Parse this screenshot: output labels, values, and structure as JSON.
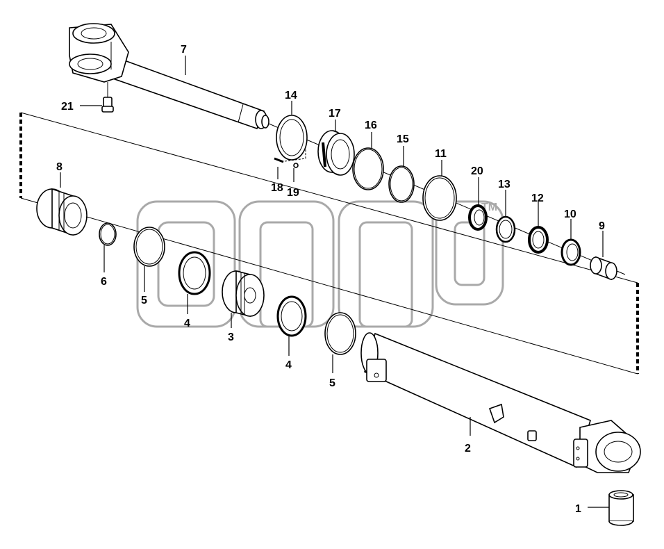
{
  "colors": {
    "line": "#000000",
    "watermark": "#a9a9a9",
    "background": "#ffffff"
  },
  "watermark": {
    "trademark": "TM"
  },
  "labels": {
    "p1": "1",
    "p2": "2",
    "p3": "3",
    "p4a": "4",
    "p4b": "4",
    "p5a": "5",
    "p5b": "5",
    "p6": "6",
    "p7": "7",
    "p8": "8",
    "p9": "9",
    "p10": "10",
    "p11": "11",
    "p12": "12",
    "p13": "13",
    "p14": "14",
    "p15": "15",
    "p16": "16",
    "p17": "17",
    "p18": "18",
    "p19": "19",
    "p20": "20",
    "p21": "21"
  }
}
